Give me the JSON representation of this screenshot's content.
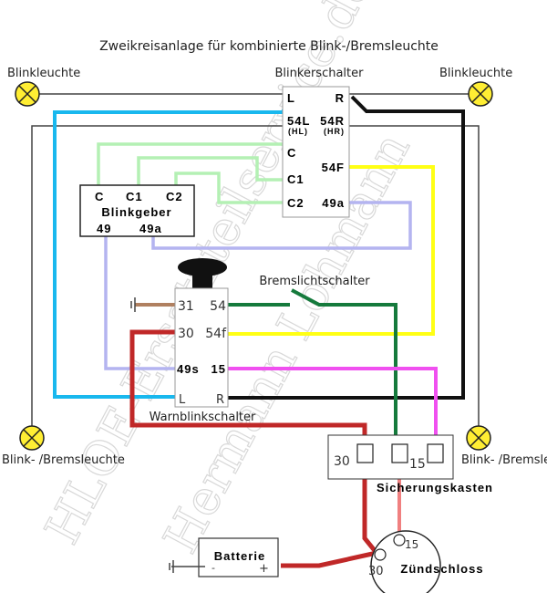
{
  "title": "Zweikreisanlage für kombinierte Blink-/Bremsleuchte",
  "watermark": [
    "HLOE-Ersatzteilservice.de",
    "Hermann Lohmann"
  ],
  "lamps": {
    "top_left": "Blinkleuchte",
    "top_right": "Blinkleuchte",
    "bottom_left": "Blink- /Bremsleuchte",
    "bottom_right": "Blink- /Bremsleuchte"
  },
  "blinkerschalter": {
    "title": "Blinkerschalter",
    "terminals": {
      "l": "L",
      "r": "R",
      "l54": "54L",
      "r54": "54R",
      "hl": "(HL)",
      "hr": "(HR)",
      "c": "C",
      "c1": "C1",
      "c2": "C2",
      "f54": "54F",
      "a49": "49a"
    }
  },
  "blinkgeber": {
    "title": "Blinkgeber",
    "terminals": {
      "c": "C",
      "c1": "C1",
      "c2": "C2",
      "t49": "49",
      "t49a": "49a"
    }
  },
  "warnblinkschalter": {
    "title": "Warnblinkschalter",
    "terminals": {
      "t31": "31",
      "t54": "54",
      "t30": "30",
      "t54f": "54f",
      "t49s": "49s",
      "t15": "15",
      "l": "L",
      "r": "R"
    }
  },
  "bremslichtschalter": {
    "title": "Bremslichtschalter"
  },
  "sicherungskasten": {
    "title": "Sicherungskasten",
    "terminals": {
      "t30": "30",
      "t15": "15"
    }
  },
  "batterie": {
    "title": "Batterie",
    "minus": "-",
    "plus": "+"
  },
  "zuendschloss": {
    "title": "Zündschloss",
    "terminals": {
      "t30": "30",
      "t15": "15"
    }
  },
  "wire_colors": {
    "black": "#111111",
    "blue": "#19b8ee",
    "lightgreen": "#b4f0b4",
    "lavender": "#b4b4f0",
    "yellow": "#ffff14",
    "green": "#157a3c",
    "magenta": "#f050f0",
    "red": "#c02828",
    "salmon": "#f08080",
    "brown": "#b08060",
    "grey": "#444444",
    "lamp": "#ffee33"
  }
}
